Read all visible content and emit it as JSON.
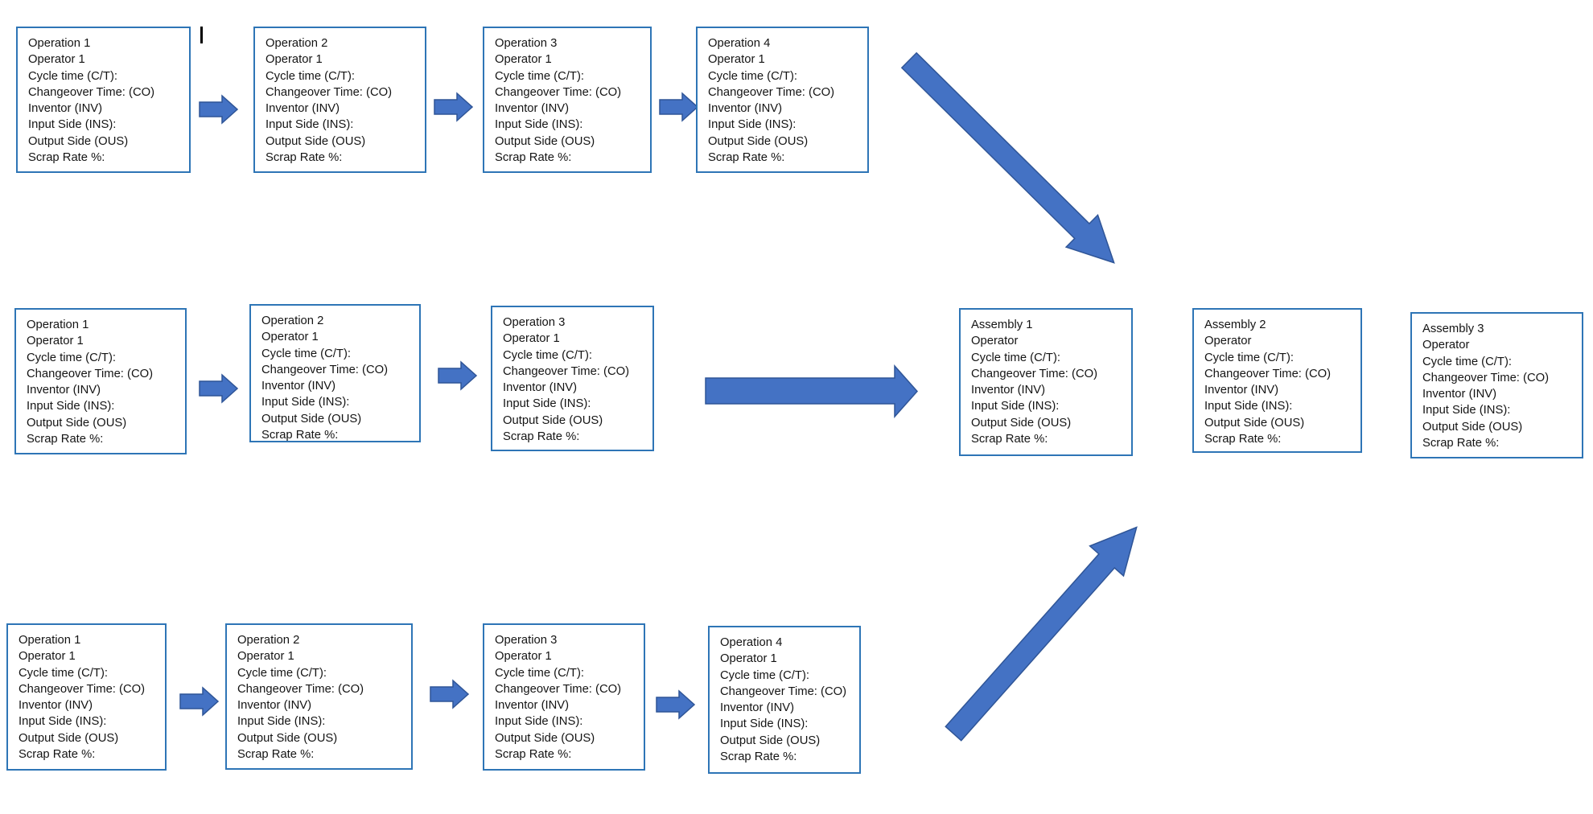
{
  "colors": {
    "background": "#ffffff",
    "box_border": "#2e75b6",
    "arrow_fill": "#4472c4",
    "arrow_stroke": "#2f5597",
    "text": "#141414",
    "caret": "#000000"
  },
  "caret_glyph": "|",
  "boxes": {
    "row1": [
      {
        "lines": [
          "Operation 1",
          "Operator 1",
          "Cycle time (C/T):",
          "Changeover Time: (CO)",
          "Inventor (INV)",
          "Input Side (INS):",
          "Output Side (OUS)",
          "Scrap Rate %:"
        ]
      },
      {
        "lines": [
          "Operation 2",
          "Operator 1",
          "Cycle time (C/T):",
          "Changeover Time: (CO)",
          "Inventor (INV)",
          "Input Side (INS):",
          "Output Side (OUS)",
          "Scrap Rate %:"
        ]
      },
      {
        "lines": [
          "Operation 3",
          "Operator 1",
          "Cycle time (C/T):",
          "Changeover Time: (CO)",
          "Inventor (INV)",
          "Input Side (INS):",
          "Output Side (OUS)",
          "Scrap Rate %:"
        ]
      },
      {
        "lines": [
          "Operation 4",
          "Operator 1",
          "Cycle time (C/T):",
          "Changeover Time: (CO)",
          "Inventor (INV)",
          "Input Side (INS):",
          "Output Side (OUS)",
          "Scrap Rate %:"
        ]
      }
    ],
    "row2": [
      {
        "lines": [
          "Operation 1",
          "Operator 1",
          "Cycle time (C/T):",
          "Changeover Time: (CO)",
          "Inventor (INV)",
          "Input Side (INS):",
          "Output Side (OUS)",
          "Scrap Rate %:"
        ]
      },
      {
        "lines": [
          "Operation 2",
          "Operator 1",
          "Cycle time (C/T):",
          "Changeover Time: (CO)",
          "Inventor (INV)",
          "Input Side (INS):",
          "Output Side (OUS)",
          "Scrap Rate %:"
        ]
      },
      {
        "lines": [
          "Operation 3",
          "Operator 1",
          "Cycle time (C/T):",
          "Changeover Time: (CO)",
          "Inventor (INV)",
          "Input Side (INS):",
          "Output Side (OUS)",
          "Scrap Rate %:"
        ]
      },
      {
        "lines": [
          "Assembly 1",
          "Operator",
          "Cycle time (C/T):",
          "Changeover Time: (CO)",
          "Inventor (INV)",
          "Input Side (INS):",
          "Output Side (OUS)",
          "Scrap Rate %:"
        ]
      },
      {
        "lines": [
          "Assembly 2",
          "Operator",
          "Cycle time (C/T):",
          "Changeover Time: (CO)",
          "Inventor (INV)",
          "Input Side (INS):",
          "Output Side (OUS)",
          "Scrap Rate %:"
        ]
      },
      {
        "lines": [
          "Assembly 3",
          "Operator",
          "Cycle time (C/T):",
          "Changeover Time: (CO)",
          "Inventor (INV)",
          "Input Side (INS):",
          "Output Side (OUS)",
          "Scrap Rate %:"
        ]
      }
    ],
    "row3": [
      {
        "lines": [
          "Operation 1",
          "Operator 1",
          "Cycle time (C/T):",
          "Changeover Time: (CO)",
          "Inventor (INV)",
          "Input Side (INS):",
          "Output Side (OUS)",
          "Scrap Rate %:"
        ]
      },
      {
        "lines": [
          "Operation 2",
          "Operator 1",
          "Cycle time (C/T):",
          "Changeover Time: (CO)",
          "Inventor (INV)",
          "Input Side (INS):",
          "Output Side (OUS)",
          "Scrap Rate %:"
        ]
      },
      {
        "lines": [
          "Operation 3",
          "Operator 1",
          "Cycle time (C/T):",
          "Changeover Time: (CO)",
          "Inventor (INV)",
          "Input Side (INS):",
          "Output Side (OUS)",
          "Scrap Rate %:"
        ]
      },
      {
        "lines": [
          "Operation 4",
          "Operator 1",
          "Cycle time (C/T):",
          "Changeover Time: (CO)",
          "Inventor (INV)",
          "Input Side (INS):",
          "Output Side (OUS)",
          "Scrap Rate %:"
        ]
      }
    ]
  }
}
